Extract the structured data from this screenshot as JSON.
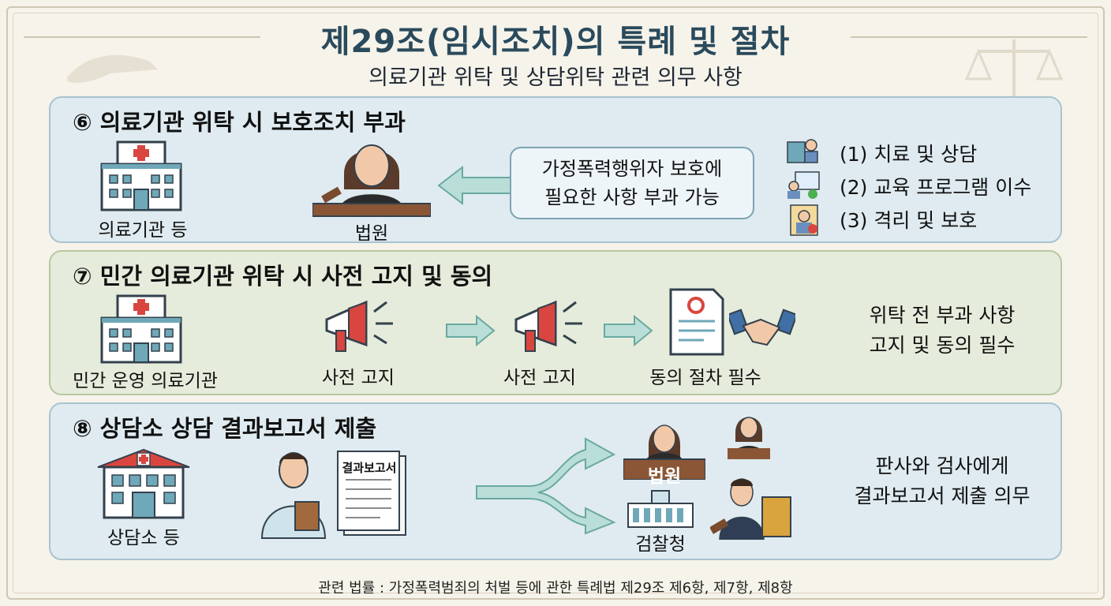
{
  "header": {
    "title": "제29조(임시조치)의 특례 및 절차",
    "subtitle": "의료기관 위탁 및 상담위탁 관련 의무 사항"
  },
  "section6": {
    "title": "⑥ 의료기관 위탁 시 보호조치 부과",
    "hospital_label": "의료기관 등",
    "court_label": "법원",
    "callout_line1": "가정폭력행위자 보호에",
    "callout_line2": "필요한 사항 부과 가능",
    "items": [
      "(1) 치료 및 상담",
      "(2) 교육 프로그램 이수",
      "(3) 격리 및 보호"
    ]
  },
  "section7": {
    "title": "⑦ 민간 의료기관 위탁 시 사전 고지 및 동의",
    "hospital_label": "민간 운영 의료기관",
    "notice1_label": "사전 고지",
    "notice2_label": "사전 고지",
    "consent_label": "동의 절차 필수",
    "note_line1": "위탁 전 부과 사항",
    "note_line2": "고지 및 동의 필수"
  },
  "section8": {
    "title": "⑧ 상담소 상담 결과보고서 제출",
    "center_label": "상담소 등",
    "report_doc_title": "결과보고서",
    "court_label": "법원",
    "prosecution_label": "검찰청",
    "note_line1": "판사와 검사에게",
    "note_line2": "결과보고서 제출 의무"
  },
  "footer": {
    "text": "관련 법률 : 가정폭력범죄의 처벌 등에 관한 특례법 제29조 제6항, 제7항, 제8항"
  },
  "colors": {
    "title": "#2a4a5c",
    "section_blue_bg": "#dfebf0",
    "section_green_bg": "#e5ecdb",
    "arrow": "#8fc7bf",
    "megaphone_red": "#d9463f",
    "hospital_cross": "#d9463f"
  }
}
